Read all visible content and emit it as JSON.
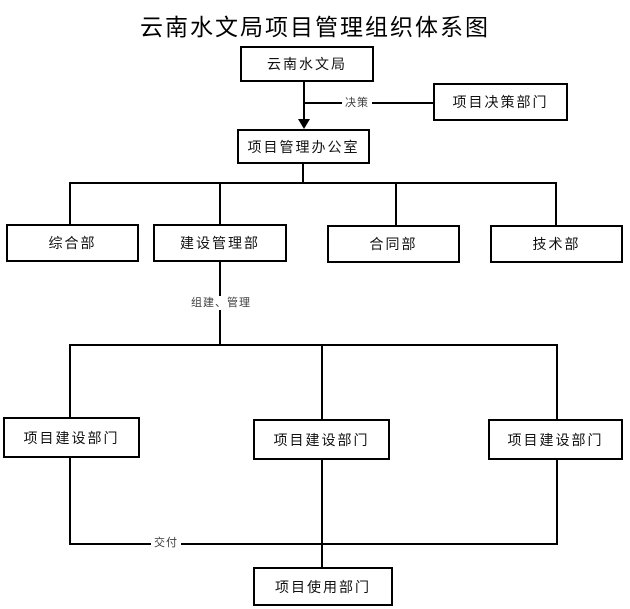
{
  "title": "云南水文局项目管理组织体系图",
  "nodes": {
    "bureau": {
      "label": "云南水文局"
    },
    "decision_dept": {
      "label": "项目决策部门"
    },
    "pmo": {
      "label": "项目管理办公室"
    },
    "general_dept": {
      "label": "综合部"
    },
    "construction_mgmt_dept": {
      "label": "建设管理部"
    },
    "contract_dept": {
      "label": "合同部"
    },
    "technical_dept": {
      "label": "技术部"
    },
    "project_build_dept_1": {
      "label": "项目建设部门"
    },
    "project_build_dept_2": {
      "label": "项目建设部门"
    },
    "project_build_dept_3": {
      "label": "项目建设部门"
    },
    "project_use_dept": {
      "label": "项目使用部门"
    }
  },
  "edge_labels": {
    "decision": "决策",
    "organize_manage": "组建、管理",
    "delivery": "交付"
  },
  "colors": {
    "line": "#000000",
    "text": "#000000",
    "background": "#ffffff"
  }
}
